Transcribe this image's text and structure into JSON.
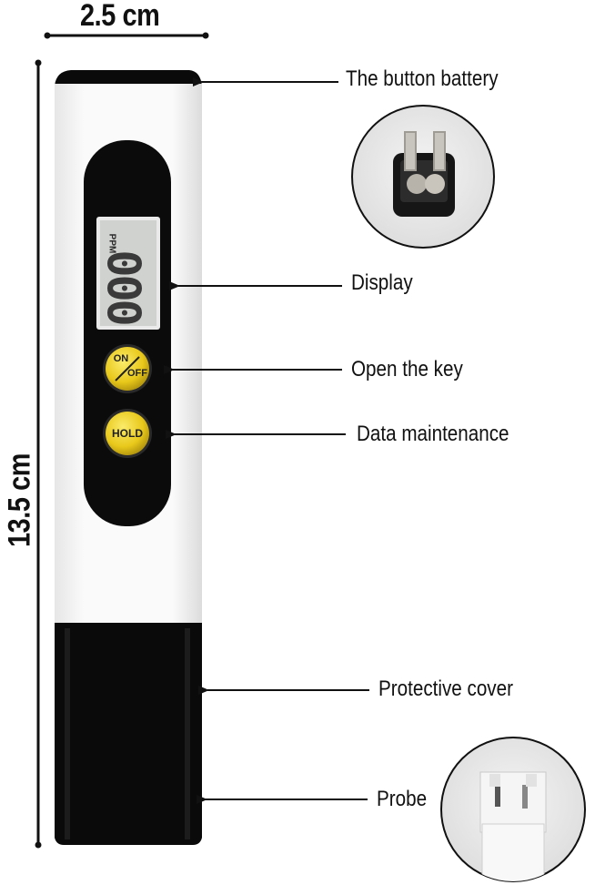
{
  "dimensions": {
    "width_label": "2.5 cm",
    "height_label": "13.5 cm"
  },
  "display": {
    "unit": "PPM",
    "digits": "000"
  },
  "buttons": {
    "power_top": "ON",
    "power_bottom": "OFF",
    "hold": "HOLD"
  },
  "callouts": {
    "battery": "The button battery",
    "display": "Display",
    "key": "Open the key",
    "data": "Data maintenance",
    "cover": "Protective cover",
    "probe": "Probe"
  },
  "colors": {
    "body": "#f7f7f7",
    "panel": "#0b0b0b",
    "cap": "#0a0a0a",
    "button_yellow": "#f0d21c",
    "lcd": "#cfd2ce"
  },
  "icons": [
    "battery-photo",
    "probe-photo"
  ]
}
